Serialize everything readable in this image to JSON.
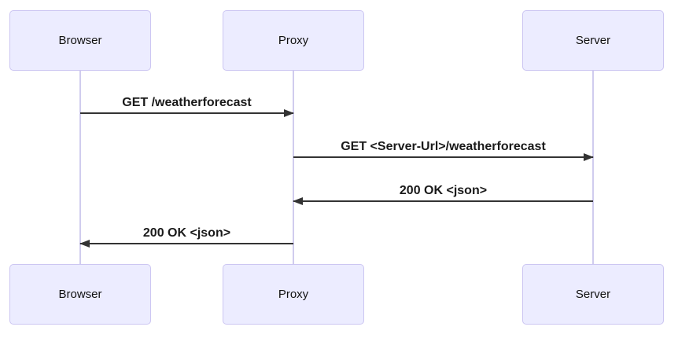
{
  "diagram": {
    "type": "sequence",
    "actors": [
      {
        "id": "browser",
        "label": "Browser"
      },
      {
        "id": "proxy",
        "label": "Proxy"
      },
      {
        "id": "server",
        "label": "Server"
      }
    ],
    "messages": [
      {
        "from": "Browser",
        "to": "Proxy",
        "direction": "right",
        "label": "GET /weatherforecast"
      },
      {
        "from": "Proxy",
        "to": "Server",
        "direction": "right",
        "label": "GET <Server-Url>/weatherforecast"
      },
      {
        "from": "Server",
        "to": "Proxy",
        "direction": "left",
        "label": "200 OK <json>"
      },
      {
        "from": "Proxy",
        "to": "Browser",
        "direction": "left",
        "label": "200 OK <json>"
      }
    ],
    "colors": {
      "background": "#FFFFFF",
      "actor_fill": "#ECECFF",
      "actor_border": "#CCC6F2",
      "lifeline": "#D0CCEE",
      "arrow": "#333333",
      "text": "#1A1A1A"
    }
  }
}
